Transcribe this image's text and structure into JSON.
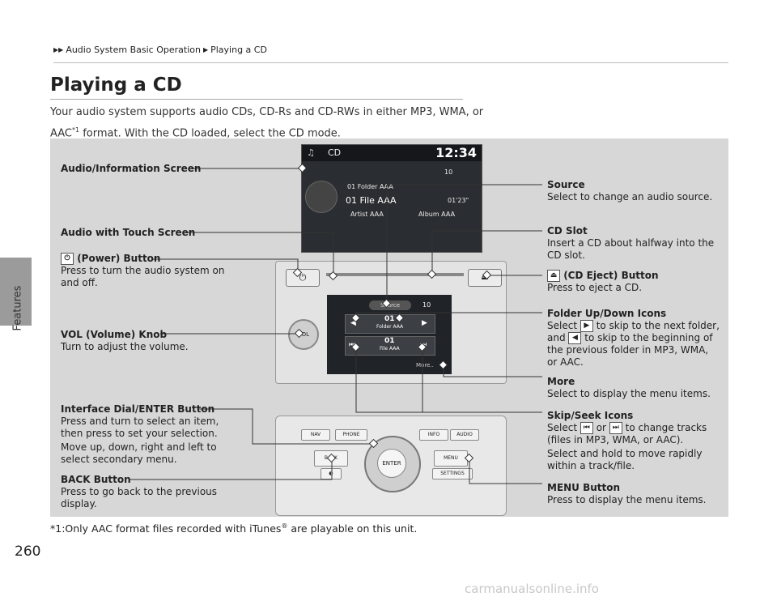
{
  "page": {
    "number": "260",
    "section_tab": "Features"
  },
  "breadcrumb": {
    "items": [
      "Audio System Basic Operation",
      "Playing a CD"
    ]
  },
  "title": "Playing a CD",
  "intro": {
    "line1": "Your audio system supports audio CDs, CD-Rs and CD-RWs in either MP3, WMA, or",
    "line2_pre": "AAC",
    "line2_sup": "*1",
    "line2_post": " format. With the CD loaded, select the CD mode."
  },
  "footnote": {
    "pre": "*1:Only AAC format files recorded with iTunes",
    "reg": "®",
    "post": " are playable on this unit."
  },
  "watermark": "carmanualsonline.info",
  "screen": {
    "mode": "CD",
    "clock": "12:34",
    "volume": "10",
    "folder": "01 Folder AAA",
    "file": "01 File AAA",
    "time": "01'23\"",
    "artist": "Artist AAA",
    "album": "Album AAA"
  },
  "touch": {
    "source": "Source",
    "volume": "10",
    "folder_num": "01",
    "folder_name": "Folder AAA",
    "file_num": "01",
    "file_name": "File AAA",
    "more": "More..",
    "vol_label": "VOL"
  },
  "dial_panel": {
    "nav": "NAV",
    "phone": "PHONE",
    "info": "INFO",
    "audio": "AUDIO",
    "back": "BACK",
    "menu": "MENU",
    "settings": "SETTINGS",
    "enter": "ENTER"
  },
  "labels": {
    "audio_info_screen": {
      "title": "Audio/Information Screen"
    },
    "audio_touch_screen": {
      "title": "Audio with Touch Screen"
    },
    "power": {
      "title": "(Power) Button",
      "desc": "Press to turn the audio system on and off."
    },
    "vol": {
      "title": "VOL (Volume) Knob",
      "desc": "Turn to adjust the volume."
    },
    "dial": {
      "title": "Interface Dial/ENTER Button",
      "desc1": "Press and turn to select an item, then press to set your selection.",
      "desc2": "Move up, down, right and left to select secondary menu."
    },
    "back": {
      "title": "BACK Button",
      "desc": "Press to go back to the previous display."
    },
    "source": {
      "title": "Source",
      "desc": "Select to change an audio source."
    },
    "cd_slot": {
      "title": "CD Slot",
      "desc": "Insert a CD about halfway into the CD slot."
    },
    "eject": {
      "title": "(CD Eject) Button",
      "desc": "Press to eject a CD."
    },
    "folder": {
      "title": "Folder Up/Down Icons",
      "d1": "Select",
      "d2": "to skip to the next folder,",
      "d3": "and",
      "d4": "to skip to the beginning of the previous folder in MP3, WMA, or AAC."
    },
    "more": {
      "title": "More",
      "desc": "Select to display the menu items."
    },
    "skip": {
      "title": "Skip/Seek Icons",
      "d1": "Select",
      "d2": "or",
      "d3": "to change tracks (files in MP3, WMA, or AAC).",
      "d4": "Select and hold to move rapidly within a track/file."
    },
    "menu": {
      "title": "MENU Button",
      "desc": "Press to display the menu items."
    }
  }
}
